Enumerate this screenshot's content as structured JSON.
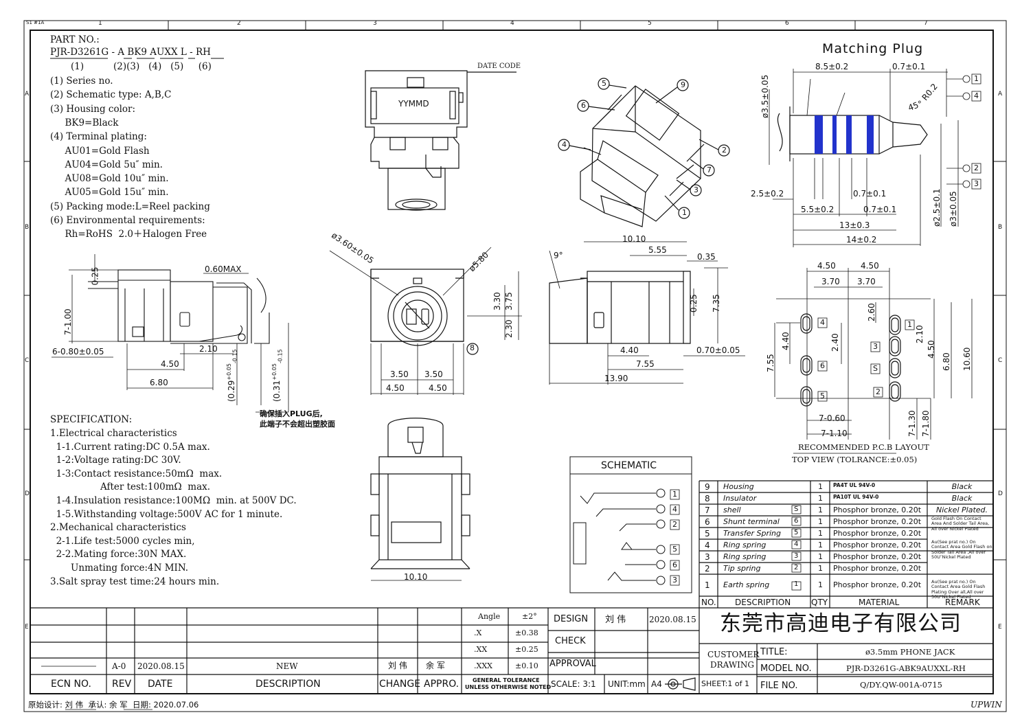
{
  "part_no": {
    "label": "PART NO.:",
    "code": "PJR-D3261G - A BK9 AUXX L - RH",
    "indices": "(1)          (2)(3)   (4)   (5)     (6)",
    "lines": [
      "(1) Series no.",
      "(2) Schematic type: A,B,C",
      "(3) Housing color:",
      "     BK9=Black",
      "(4) Terminal plating:",
      "     AU01=Gold Flash",
      "     AU04=Gold 5u″ min.",
      "     AU08=Gold 10u″ min.",
      "     AU05=Gold 15u″ min.",
      "(5) Packing mode:L=Reel packing",
      "(6) Environmental requirements:",
      "     Rh=RoHS  2.0＋Halogen Free"
    ]
  },
  "specification": {
    "title": "SPECIFICATION:",
    "lines": [
      "1.Electrical characteristics",
      "  1-1.Current rating:DC 0.5A max.",
      "  1-2:Voltage rating:DC 30V.",
      "  1-3:Contact resistance:50mΩ  max.",
      "                 After test:100mΩ  max.",
      "  1-4.Insulation resistance:100MΩ  min. at 500V DC.",
      "  1-5.Withstanding voltage:500V AC for 1 minute.",
      "2.Mechanical characteristics",
      "  2-1.Life test:5000 cycles min,",
      "  2-2.Mating force:30N MAX.",
      "       Unmating force:4N MIN.",
      "3.Salt spray test time:24 hours min."
    ]
  },
  "notes": {
    "date_code": "DATE CODE",
    "yymmd": "YYMMD",
    "plug_note_1": "确保插入PLUG后,",
    "plug_note_2": "此端子不会超出塑胶面",
    "matching_plug": "Matching Plug",
    "pcb_layout_1": "RECOMMENDED P.C.B LAYOUT",
    "pcb_layout_2": "TOP VIEW (TOLRANCE:±0.05)",
    "schematic": "SCHEMATIC"
  },
  "dims": {
    "d025": "0.25",
    "d060max": "0.60MAX",
    "d7_100": "7-1.00",
    "d6_080": "6-0.80±0.05",
    "d210": "2.10",
    "d450": "4.50",
    "d680": "6.80",
    "d029": "(0.29",
    "d029t": "+0.05",
    "d029b": "-0.15",
    "d031": "(0.31",
    "d031t": "+0.05",
    "d031b": "-0.15",
    "dia360": "ø3.60±0.05",
    "dia580": "ø5.80",
    "d330": "3.30",
    "d375": "3.75",
    "d230": "2.30",
    "d350a": "3.50",
    "d350b": "3.50",
    "d450a": "4.50",
    "d450b": "4.50",
    "d9deg": "9°",
    "d1010": "10.10",
    "d555": "5.55",
    "d035": "0.35",
    "d025b": "0.25",
    "d735": "7.35",
    "d440": "4.40",
    "d755": "7.55",
    "d1390": "13.90",
    "d070": "0.70±0.05",
    "d1010b": "10.10",
    "p85": "8.5±0.2",
    "p07a": "0.7±0.1",
    "pr02": "R0.2",
    "p45": "45°",
    "pd35": "ø3.5±0.05",
    "p25": "2.5±0.2",
    "p07b": "0.7±0.1",
    "p55": "5.5±0.2",
    "p07c": "0.7±0.1",
    "p13": "13±0.3",
    "p14": "14±0.2",
    "pd25": "ø2.5±0.1",
    "pd3": "ø3±0.05",
    "l450a": "4.50",
    "l450b": "4.50",
    "l370a": "3.70",
    "l370b": "3.70",
    "l260": "2.60",
    "l210": "2.10",
    "l440": "4.40",
    "l240": "2.40",
    "l450c": "4.50",
    "l680": "6.80",
    "l1060": "10.60",
    "l755": "7.55",
    "l7_060": "7-0.60",
    "l7_110": "7-1.10",
    "l7_130": "7-1.30",
    "l7_180": "7-1.80"
  },
  "bom": {
    "headers": [
      "NO.",
      "DESCRIPTION",
      "QTY",
      "MATERIAL",
      "REMARK"
    ],
    "rows": [
      {
        "no": "9",
        "desc": "Housing",
        "tag": "",
        "qty": "1",
        "mat": "PA4T UL 94V-0",
        "rem": "Black"
      },
      {
        "no": "8",
        "desc": "Insulator",
        "tag": "",
        "qty": "1",
        "mat": "PA10T UL 94V-0",
        "rem": "Black"
      },
      {
        "no": "7",
        "desc": "shell",
        "tag": "S",
        "qty": "1",
        "mat": "Phosphor bronze, 0.20t",
        "rem": "Nickel Plated."
      },
      {
        "no": "6",
        "desc": "Shunt terminal",
        "tag": "6",
        "qty": "1",
        "mat": "Phosphor bronze, 0.20t",
        "rem": "Gold Flash On Contact Area And Solder Tail Area, All over Nickel Plated"
      },
      {
        "no": "5",
        "desc": "Transfer Spring",
        "tag": "5",
        "qty": "1",
        "mat": "Phosphor bronze, 0.20t",
        "rem": ""
      },
      {
        "no": "4",
        "desc": "Ring spring",
        "tag": "4",
        "qty": "1",
        "mat": "Phosphor bronze, 0.20t",
        "rem": "Au(See prat no.) On Contact Area Gold Flash on Solder Tail Area ,All over 50U″Nickel Plated"
      },
      {
        "no": "3",
        "desc": "Ring spring",
        "tag": "3",
        "qty": "1",
        "mat": "Phosphor bronze, 0.20t",
        "rem": ""
      },
      {
        "no": "2",
        "desc": "Tip spring",
        "tag": "2",
        "qty": "1",
        "mat": "Phosphor bronze, 0.20t",
        "rem": ""
      },
      {
        "no": "1",
        "desc": "Earth spring",
        "tag": "1",
        "qty": "1",
        "mat": "Phosphor bronze, 0.20t",
        "rem": "Au(See prat no.) On Contact Area Gold Flash Plating Over all,All over 50U″Nickel Plated"
      }
    ]
  },
  "title_block": {
    "company": "东莞市高迪电子有限公司",
    "angle": "Angle",
    "angle_v": "±2°",
    "x": ".X",
    "x_v": "±0.38",
    "xx": ".XX",
    "xx_v": "±0.25",
    "xxx": ".XXX",
    "xxx_v": "±0.10",
    "gen_tol_1": "GENERAL TOLERANCE",
    "gen_tol_2": "UNLESS OTHERWISE NOTED",
    "design": "DESIGN",
    "design_name": "刘 伟",
    "design_date": "2020.08.15",
    "check": "CHECK",
    "approval": "APPROVAL",
    "scale": "SCALE: 3:1",
    "unit": "UNIT:mm",
    "a4": "A4",
    "customer": "CUSTOMER",
    "drawing": "DRAWING",
    "sheet": "SHEET:1 of 1",
    "title_lbl": "TITLE:",
    "title_val": "ø3.5mm PHONE JACK",
    "model_lbl": "MODEL NO.",
    "model_val": "PJR-D3261G-ABK9AUXXL-RH",
    "file_lbl": "FILE NO.",
    "file_val": "Q/DY.QW-001A-0715",
    "rev_row": {
      "ecn": "",
      "rev": "A-0",
      "date": "2020.08.15",
      "desc": "NEW",
      "change": "刘 伟",
      "appro": "余 军"
    },
    "headers": {
      "ecn": "ECN NO.",
      "rev": "REV",
      "date": "DATE",
      "desc": "DESCRIPTION",
      "change": "CHANGE",
      "appro": "APPRO."
    }
  },
  "footer": {
    "left": "原始设计: 刘 伟  承认: 余 军  日期: 2020.07.06",
    "right": "UPWIN"
  },
  "grid": {
    "cols": [
      "1",
      "2",
      "3",
      "4",
      "5",
      "6",
      "7"
    ],
    "rows": [
      "A",
      "B",
      "C",
      "D",
      "E"
    ],
    "corner": "S1 #1A"
  }
}
